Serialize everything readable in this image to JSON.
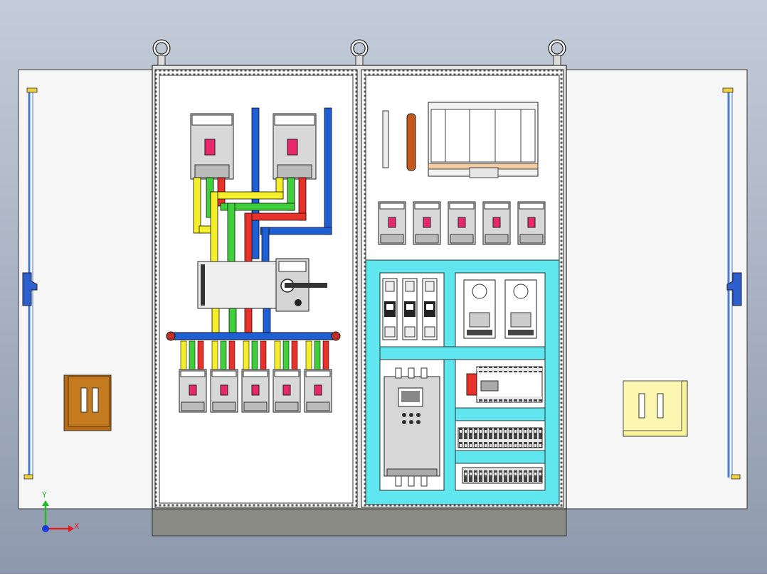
{
  "viewport": {
    "background_top": "#c3ccd8",
    "background_bottom": "#8e99ad"
  },
  "colors": {
    "phase_yellow": "#f5ee2b",
    "phase_green": "#3fcf3a",
    "phase_red": "#e8312a",
    "phase_blue": "#1f5fd6",
    "cyan_plate": "#5fe6ee",
    "breaker_body": "#d8d8d8",
    "breaker_red": "#e8286a",
    "handle_brown": "#b86a12",
    "handle_yellow": "#f8f39a",
    "base_grey": "#8a8a84"
  },
  "left_panel": {
    "main_breaker_count": 2,
    "branch_breaker_count": 5,
    "busbar_phases": [
      "yellow",
      "green",
      "red",
      "blue"
    ]
  },
  "right_panel": {
    "top_breaker_count": 5,
    "relay_count": 3,
    "power_supply_count": 2,
    "terminal_rows": 2
  },
  "triad": {
    "x_label": "X",
    "y_label": "Y",
    "x_color": "#e02020",
    "y_color": "#22bb22",
    "origin_color": "#1a3cd8"
  },
  "icons": {
    "lifting_eye": "lifting-eye-icon",
    "door_handle": "door-handle-icon",
    "axis_triad": "axis-triad-icon"
  }
}
